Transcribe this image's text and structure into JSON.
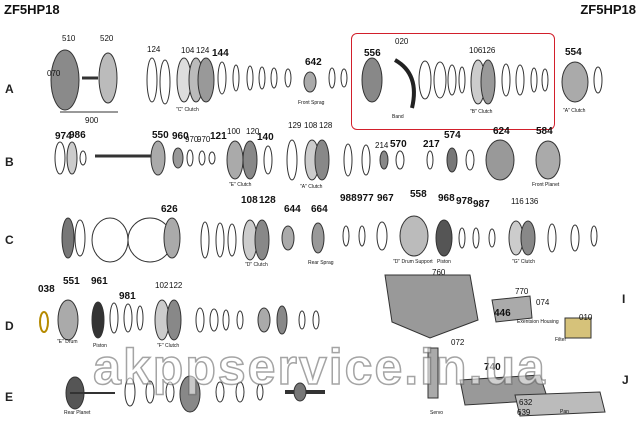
{
  "header": {
    "left": "ZF5HP18",
    "right": "ZF5HP18"
  },
  "rows": [
    "A",
    "B",
    "C",
    "D",
    "E",
    "I",
    "J"
  ],
  "part_numbers": {
    "p510": "510",
    "p070": "070",
    "p520": "520",
    "p900": "900",
    "p124": "124",
    "p104": "104",
    "p124b": "124",
    "p144": "144",
    "p642": "642",
    "p556": "556",
    "p020": "020",
    "p106": "106",
    "p126": "126",
    "p554": "554",
    "p974": "974",
    "p986": "986",
    "p550": "550",
    "p960": "960",
    "p970": "970",
    "p970b": "970",
    "p100": "100",
    "p120": "120",
    "p121": "121",
    "p140": "140",
    "p129": "129",
    "p108": "108",
    "p128": "128",
    "p214": "214",
    "p570": "570",
    "p217": "217",
    "p574": "574",
    "p624": "624",
    "p584": "584",
    "p626": "626",
    "p108c": "108",
    "p128c": "128",
    "p644": "644",
    "p664": "664",
    "p988": "988",
    "p977": "977",
    "p967": "967",
    "p558": "558",
    "p968": "968",
    "p978": "978",
    "p987": "987",
    "p116": "116",
    "p136": "136",
    "p038": "038",
    "p551": "551",
    "p961": "961",
    "p981": "981",
    "p102": "102",
    "p122": "122",
    "p760": "760",
    "p770": "770",
    "p074": "074",
    "p446": "446",
    "p010": "010",
    "p072": "072",
    "p740": "740",
    "p632": "632",
    "p639": "639"
  },
  "labels": {
    "c_clutch": "\"C\" Clutch",
    "front_sprag": "Front Sprag",
    "band": "Band",
    "b_clutch": "\"B\" Clutch",
    "a_clutch": "\"A\" Clutch",
    "e_clutch": "\"E\" Clutch",
    "a_clutch2": "\"A\" Clutch",
    "front_planet": "Front Planet",
    "d_clutch": "\"D\" Clutch",
    "rear_sprag": "Rear Sprag",
    "d_drum_support": "\"D\" Drum Support",
    "piston": "Piston",
    "g_clutch": "\"G\" Clutch",
    "e_drum": "\"E\" Drum",
    "piston2": "Piston",
    "f_clutch": "\"F\" Clutch",
    "extension_housing": "Exentsion Housing",
    "filter": "Filter",
    "rear_planet": "Rear Planet",
    "servo": "Servo",
    "pan": "Pan"
  },
  "watermark": "akppservice.in.ua"
}
